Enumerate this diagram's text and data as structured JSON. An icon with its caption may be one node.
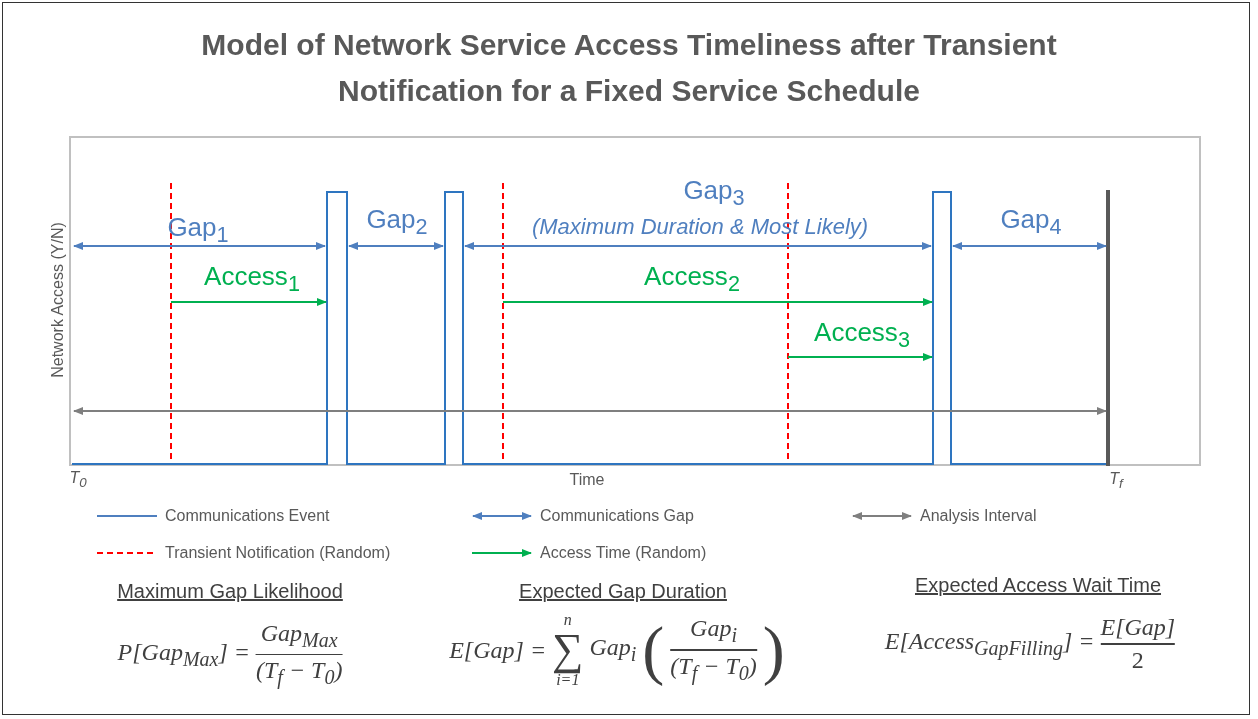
{
  "diagram": {
    "title": "Model of Network Service Access Timeliness after Transient Notification for a Fixed Service Schedule",
    "labels": [
      "Network Access (Y/N)",
      "Gap$_{1}$",
      "Gap$_{2}$",
      "Gap$_{3}$",
      "(Maximum Duration & Most Likely)",
      "Gap$_{4}$",
      "Access$_{1}$",
      "Access$_{2}$",
      "Access$_{3}$",
      "T$_{0}$",
      "Time",
      "T$_{f}$",
      "Maximum Gap Likelihood",
      "P[Gap$_{Max}$] =",
      "Gap$_{Max}$",
      "(T$_{f}$ − T$_{0}$)",
      "Expected Gap Duration",
      "E[Gap] =",
      "n",
      "∑",
      "i=1",
      "Gap$_{i}$",
      "(",
      "Gap$_{i}$",
      "(T$_{f}$ − T$_{0}$)",
      ")",
      "Expected Access Wait Time",
      "E[Access$_{GapFilling}$] =",
      "E[Gap]",
      "2"
    ],
    "legend": [
      {
        "text": "Communications Event"
      },
      {
        "text": "Communications Gap"
      },
      {
        "text": "Analysis Interval"
      },
      {
        "text": "Transient Notification (Random)"
      },
      {
        "text": "Access Time (Random)"
      }
    ]
  }
}
